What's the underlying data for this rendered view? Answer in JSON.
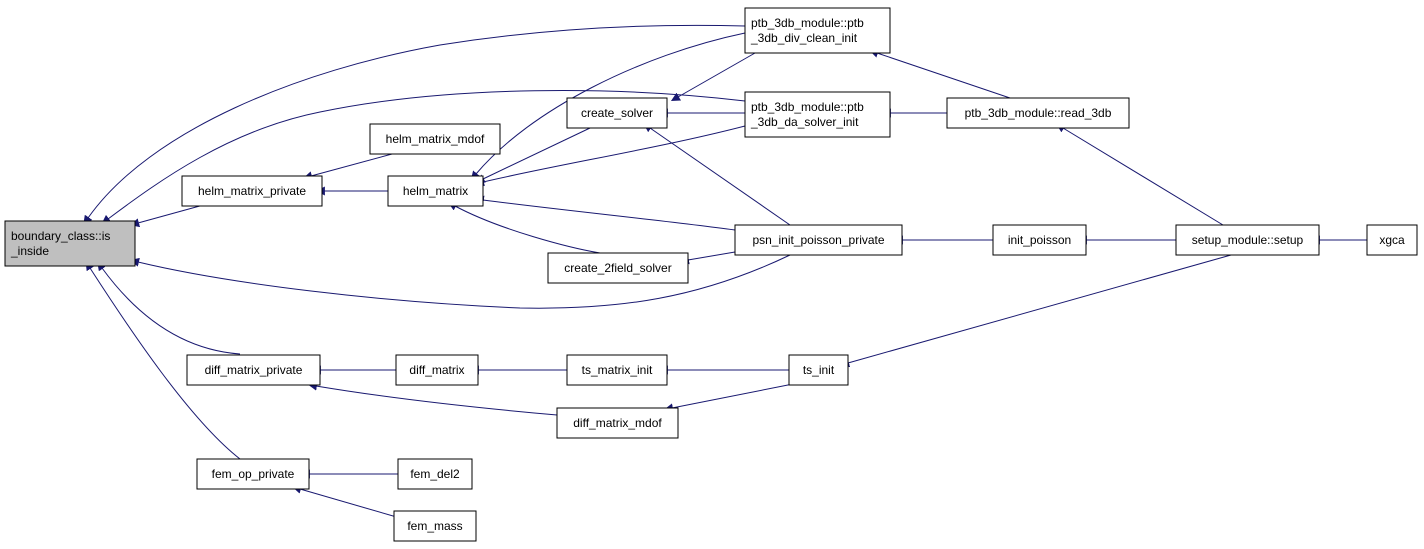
{
  "diagram": {
    "type": "doxygen-caller-graph",
    "colors": {
      "edge": "#191970",
      "node_fill": "#ffffff",
      "root_fill": "#bfbfbf",
      "border": "#000000"
    },
    "nodes": [
      {
        "id": "root",
        "lines": [
          "boundary_class::is",
          "_inside"
        ],
        "root": true
      },
      {
        "id": "helm_private",
        "lines": [
          "helm_matrix_private"
        ]
      },
      {
        "id": "helm_mdof",
        "lines": [
          "helm_matrix_mdof"
        ]
      },
      {
        "id": "helm",
        "lines": [
          "helm_matrix"
        ]
      },
      {
        "id": "create_solver",
        "lines": [
          "create_solver"
        ]
      },
      {
        "id": "create_2field",
        "lines": [
          "create_2field_solver"
        ]
      },
      {
        "id": "div_clean",
        "lines": [
          "ptb_3db_module::ptb",
          "_3db_div_clean_init"
        ]
      },
      {
        "id": "da_solver",
        "lines": [
          "ptb_3db_module::ptb",
          "_3db_da_solver_init"
        ]
      },
      {
        "id": "read_3db",
        "lines": [
          "ptb_3db_module::read_3db"
        ]
      },
      {
        "id": "psn",
        "lines": [
          "psn_init_poisson_private"
        ]
      },
      {
        "id": "init_poisson",
        "lines": [
          "init_poisson"
        ]
      },
      {
        "id": "setup",
        "lines": [
          "setup_module::setup"
        ]
      },
      {
        "id": "xgca",
        "lines": [
          "xgca"
        ]
      },
      {
        "id": "diff_private",
        "lines": [
          "diff_matrix_private"
        ]
      },
      {
        "id": "diff_matrix",
        "lines": [
          "diff_matrix"
        ]
      },
      {
        "id": "ts_matrix_init",
        "lines": [
          "ts_matrix_init"
        ]
      },
      {
        "id": "ts_init",
        "lines": [
          "ts_init"
        ]
      },
      {
        "id": "diff_mdof",
        "lines": [
          "diff_matrix_mdof"
        ]
      },
      {
        "id": "fem_private",
        "lines": [
          "fem_op_private"
        ]
      },
      {
        "id": "fem_del2",
        "lines": [
          "fem_del2"
        ]
      },
      {
        "id": "fem_mass",
        "lines": [
          "fem_mass"
        ]
      }
    ],
    "edges": [
      {
        "from": "root",
        "to": "div_clean"
      },
      {
        "from": "root",
        "to": "da_solver"
      },
      {
        "from": "root",
        "to": "helm_private"
      },
      {
        "from": "root",
        "to": "psn"
      },
      {
        "from": "root",
        "to": "diff_private"
      },
      {
        "from": "root",
        "to": "fem_private"
      },
      {
        "from": "helm_private",
        "to": "helm_mdof"
      },
      {
        "from": "helm_private",
        "to": "helm"
      },
      {
        "from": "helm",
        "to": "div_clean"
      },
      {
        "from": "helm",
        "to": "create_solver"
      },
      {
        "from": "helm",
        "to": "da_solver"
      },
      {
        "from": "helm",
        "to": "psn"
      },
      {
        "from": "helm",
        "to": "create_2field"
      },
      {
        "from": "create_solver",
        "to": "div_clean"
      },
      {
        "from": "create_solver",
        "to": "da_solver"
      },
      {
        "from": "create_solver",
        "to": "psn"
      },
      {
        "from": "create_2field",
        "to": "psn"
      },
      {
        "from": "div_clean",
        "to": "read_3db"
      },
      {
        "from": "da_solver",
        "to": "read_3db"
      },
      {
        "from": "read_3db",
        "to": "setup"
      },
      {
        "from": "psn",
        "to": "init_poisson"
      },
      {
        "from": "init_poisson",
        "to": "setup"
      },
      {
        "from": "setup",
        "to": "xgca"
      },
      {
        "from": "diff_private",
        "to": "diff_matrix"
      },
      {
        "from": "diff_private",
        "to": "diff_mdof"
      },
      {
        "from": "diff_matrix",
        "to": "ts_matrix_init"
      },
      {
        "from": "ts_matrix_init",
        "to": "ts_init"
      },
      {
        "from": "diff_mdof",
        "to": "ts_init"
      },
      {
        "from": "ts_init",
        "to": "setup"
      },
      {
        "from": "fem_private",
        "to": "fem_del2"
      },
      {
        "from": "fem_private",
        "to": "fem_mass"
      }
    ]
  }
}
